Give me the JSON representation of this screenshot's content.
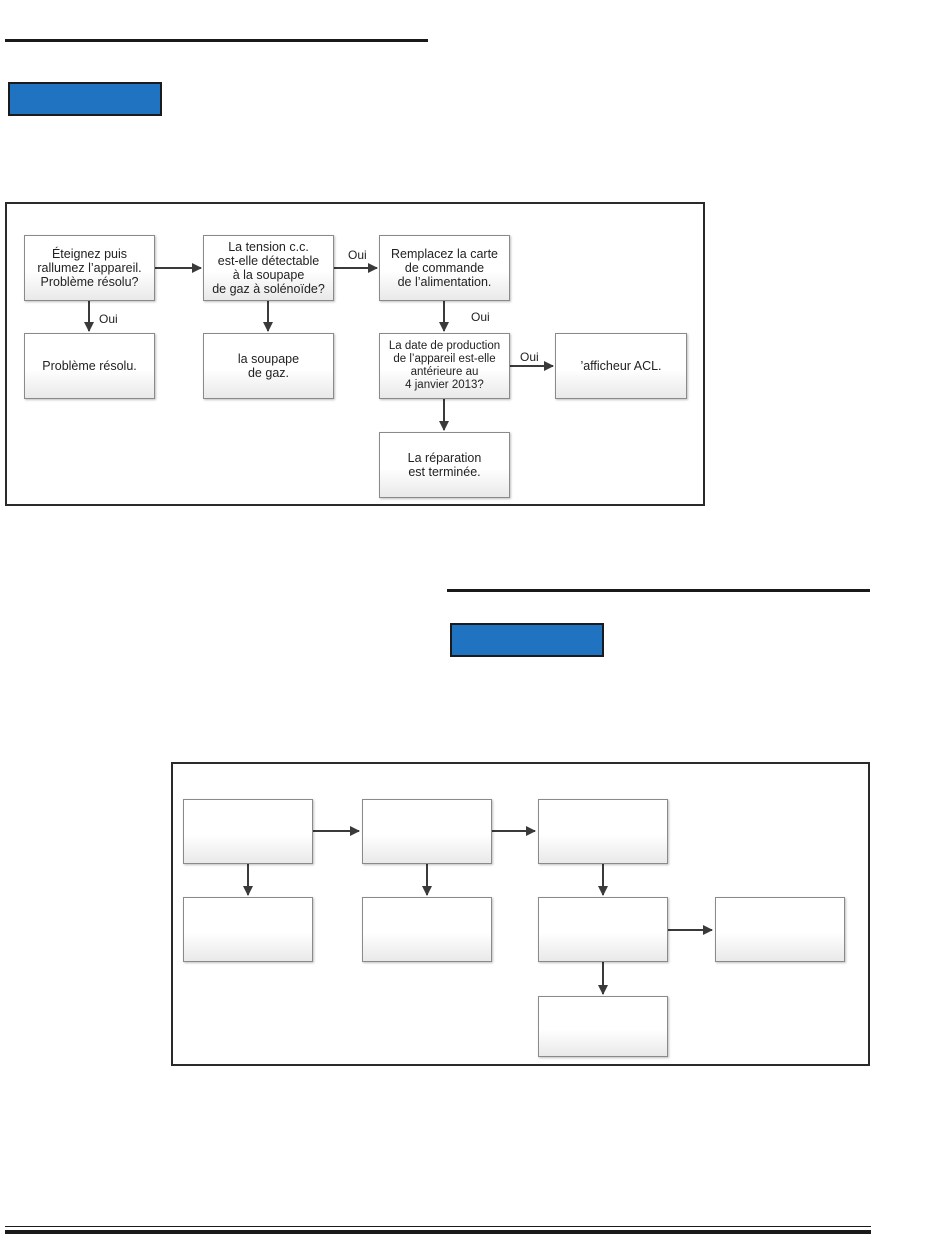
{
  "colors": {
    "badge": "#1f73c1",
    "border": "#1b1b1b",
    "line": "#3a3a3a"
  },
  "diagram1": {
    "nodes": {
      "restart": "Éteignez puis\nrallumez l’appareil.\nProblème résolu?",
      "voltage": "La tension c.c.\nest-elle détectable\nà la soupape\nde gaz à solénoïde?",
      "replace": "Remplacez la carte\nde commande\nde l’alimentation.",
      "resolved": "Problème résolu.",
      "valve": "la soupape\nde gaz.",
      "date": "La date de production\nde l’appareil est-elle\nantérieure au\n4 janvier 2013?",
      "lcd": "’afficheur ACL.",
      "done": "La réparation\nest terminée."
    },
    "labels": {
      "yes1": "Oui",
      "yes2": "Oui",
      "yes3": "Oui",
      "yes4": "Oui"
    }
  }
}
